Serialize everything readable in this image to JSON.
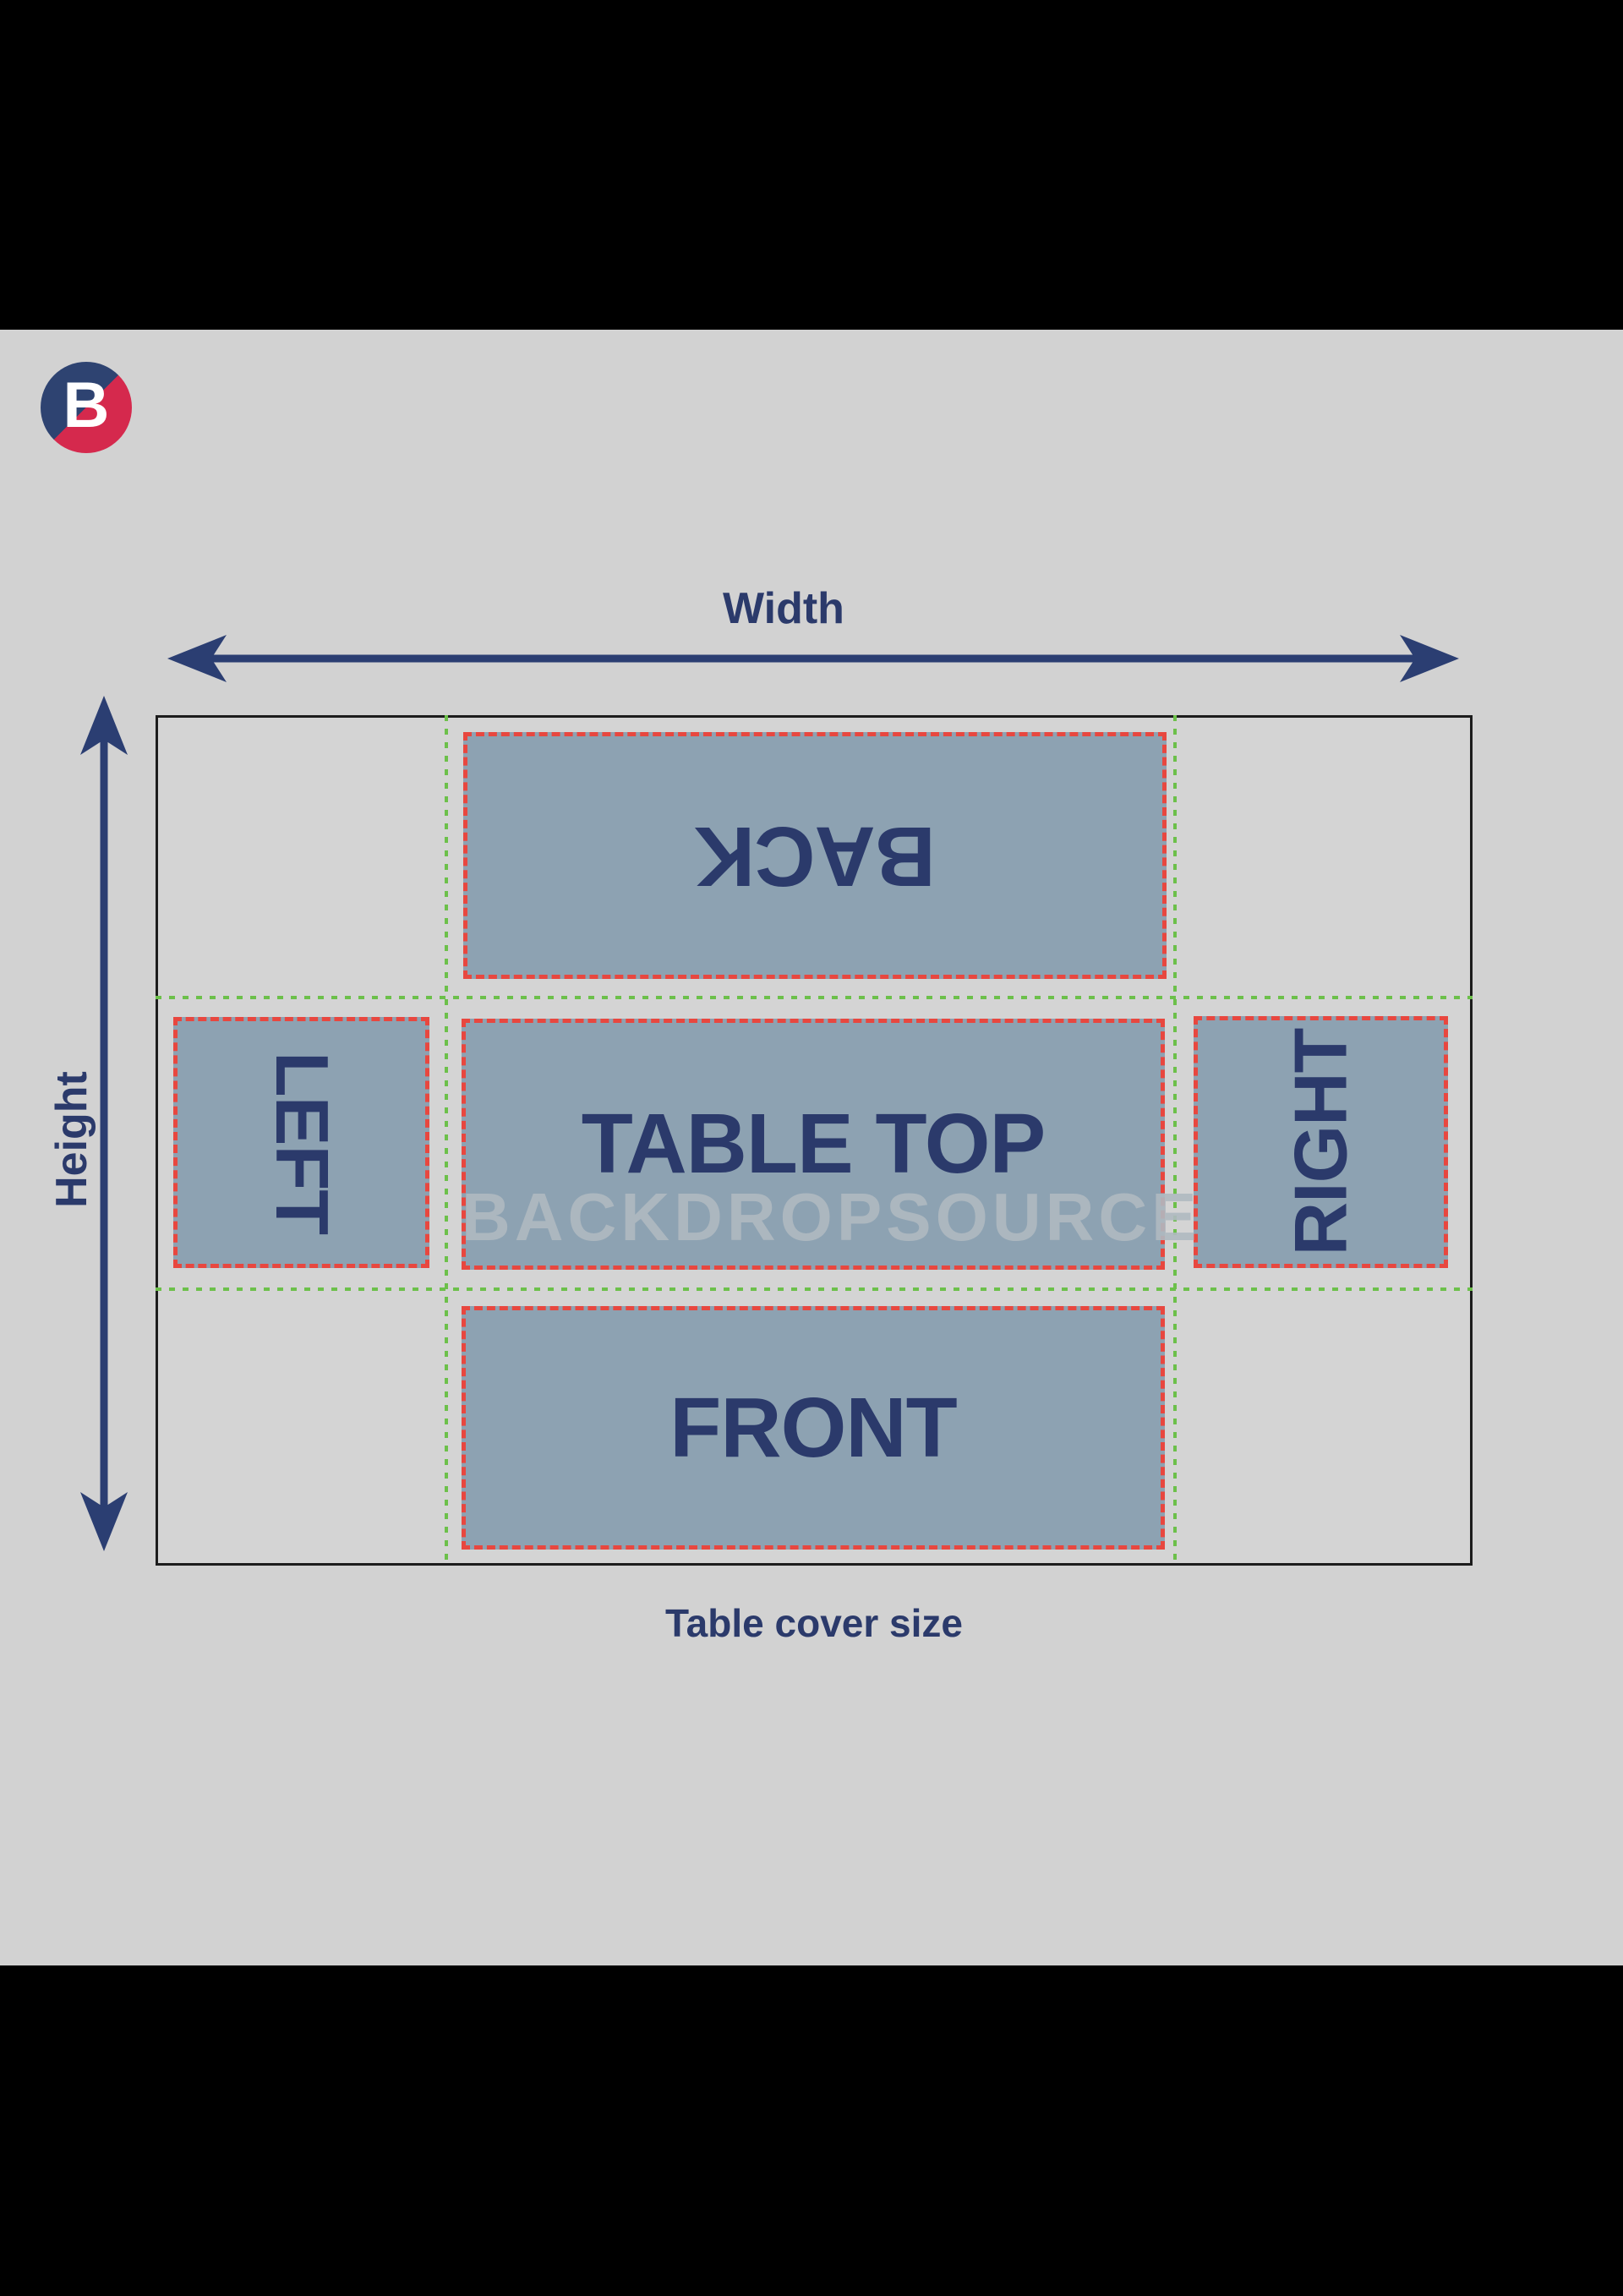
{
  "logo": {
    "letter": "B"
  },
  "labels": {
    "width": "Width",
    "height": "Height"
  },
  "panels": {
    "back": "BACK",
    "left": "LEFT",
    "table_top": "TABLE TOP",
    "right": "RIGHT",
    "front": "FRONT"
  },
  "watermark": {
    "text": "BACKDROPSOURCE"
  },
  "caption": {
    "text": "Table cover size"
  },
  "colors": {
    "background_gray": "#d2d2d2",
    "letterbox": "#000000",
    "outline": "#1c1c1c",
    "panel_fill": "#8da2b2",
    "panel_text": "#2b3a6b",
    "dash_red": "#e8473f",
    "guide_green": "#6cc04a",
    "arrow_navy": "#2b3e72",
    "logo_navy": "#2e4371",
    "logo_red": "#d5294d",
    "watermark_gray": "#b0bac1",
    "label_navy": "#2b3a6b"
  }
}
